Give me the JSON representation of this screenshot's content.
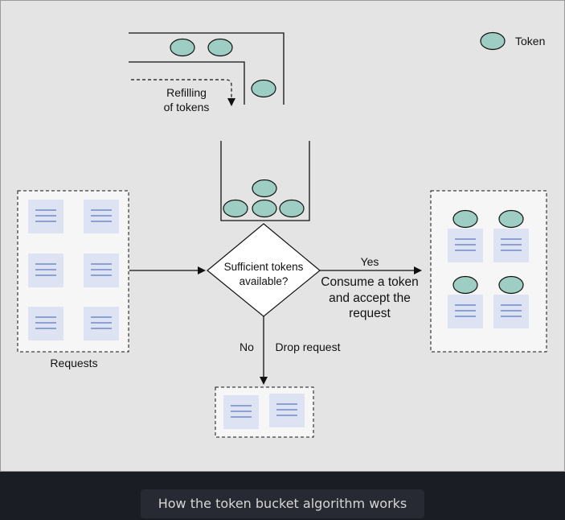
{
  "legend": {
    "label": "Token"
  },
  "refill_label": [
    "Refilling",
    "of tokens"
  ],
  "decision": {
    "lines": [
      "Sufficient tokens",
      "available?"
    ]
  },
  "yes_branch": {
    "label": "Yes",
    "action_lines": [
      "Consume a token",
      "and accept the",
      "request"
    ]
  },
  "no_branch": {
    "label": "No",
    "action": "Drop request"
  },
  "requests_label": "Requests",
  "caption": "How the token bucket algorithm works",
  "colors": {
    "token_fill": "#9ecdc3",
    "doc_fill": "#dde3f3",
    "doc_line": "#5b79c4",
    "panel_fill": "#f6f6f6"
  },
  "icons": {
    "token": "token-icon",
    "document": "document-icon"
  }
}
